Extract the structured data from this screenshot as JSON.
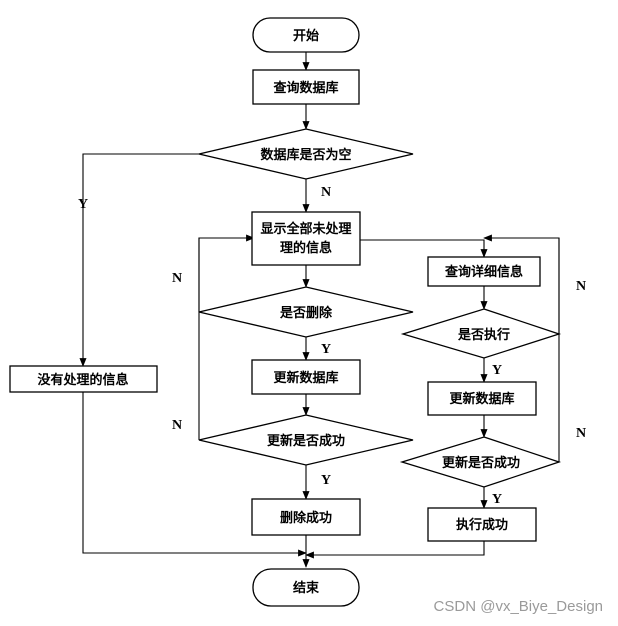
{
  "nodes": {
    "start": "开始",
    "query_db": "查询数据库",
    "db_empty": "数据库是否为空",
    "show_line1": "显示全部未处理",
    "show_line2": "理的信息",
    "no_info": "没有处理的信息",
    "is_delete": "是否删除",
    "update_db_left": "更新数据库",
    "update_ok_left": "更新是否成功",
    "delete_ok": "删除成功",
    "query_detail": "查询详细信息",
    "is_execute": "是否执行",
    "update_db_right": "更新数据库",
    "update_ok_right": "更新是否成功",
    "execute_ok": "执行成功",
    "end": "结束"
  },
  "edge_labels": {
    "empty_yes": "Y",
    "empty_no": "N",
    "delete_yes": "Y",
    "delete_no": "N",
    "left_update_yes": "Y",
    "left_update_no": "N",
    "execute_yes": "Y",
    "execute_no": "N",
    "right_update_yes": "Y",
    "right_update_no": "N"
  },
  "watermark": "CSDN @vx_Biye_Design"
}
